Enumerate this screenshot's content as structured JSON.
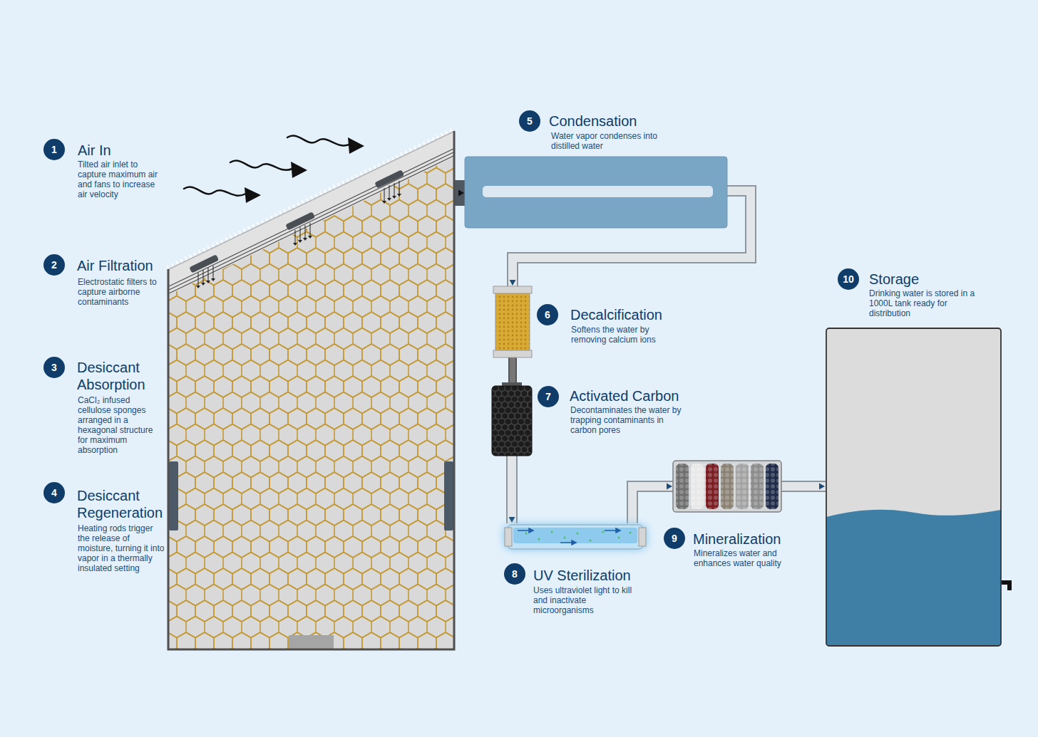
{
  "diagram": {
    "nodes": [
      {
        "text": [
          "Air In",
          "Tilted air inlet to capture maximum air and fans to increase air velocity",
          "Air Filtration",
          "Electrostatic filters to capture airborne contaminants",
          "Desiccant Absorption",
          "CaCl₂ infused cellulose sponges arranged in a hexagonal structure for maximum absorption",
          "Desiccant Regeneration",
          "Heating rods trigger the release of moisture, turning it into vapor in a thermally insulated setting"
        ]
      },
      {
        "text": [
          "Condensation",
          "Water vapor condenses into distilled water"
        ]
      },
      {
        "text": [
          "Decalcification",
          "Softens the water by removing calcium ions"
        ]
      },
      {
        "text": [
          "Activated Carbon",
          "Decontaminates the water by trapping contaminants in carbon pores"
        ]
      },
      {
        "text": [
          "UV Sterilization",
          "Uses ultraviolet light to kill and inactivate microorganisms"
        ]
      },
      {
        "text": [
          "Mineralization",
          "Mineralizes water and enhances water quality"
        ]
      },
      {
        "text": [
          "Storage",
          "Drinking water is stored in a 1000L tank ready for distribution"
        ]
      }
    ],
    "edges": [
      {
        "from": 0,
        "to": 1,
        "arrow": "to"
      },
      {
        "from": 1,
        "to": 2,
        "arrow": "to"
      },
      {
        "from": 2,
        "to": 3,
        "arrow": "none"
      },
      {
        "from": 3,
        "to": 4,
        "arrow": "to"
      },
      {
        "from": 4,
        "to": 5,
        "arrow": "to"
      },
      {
        "from": 5,
        "to": 6,
        "arrow": "to"
      }
    ],
    "labels": [
      "1",
      "2",
      "3",
      "4",
      "5",
      "6",
      "7",
      "8",
      "9",
      "10"
    ]
  }
}
